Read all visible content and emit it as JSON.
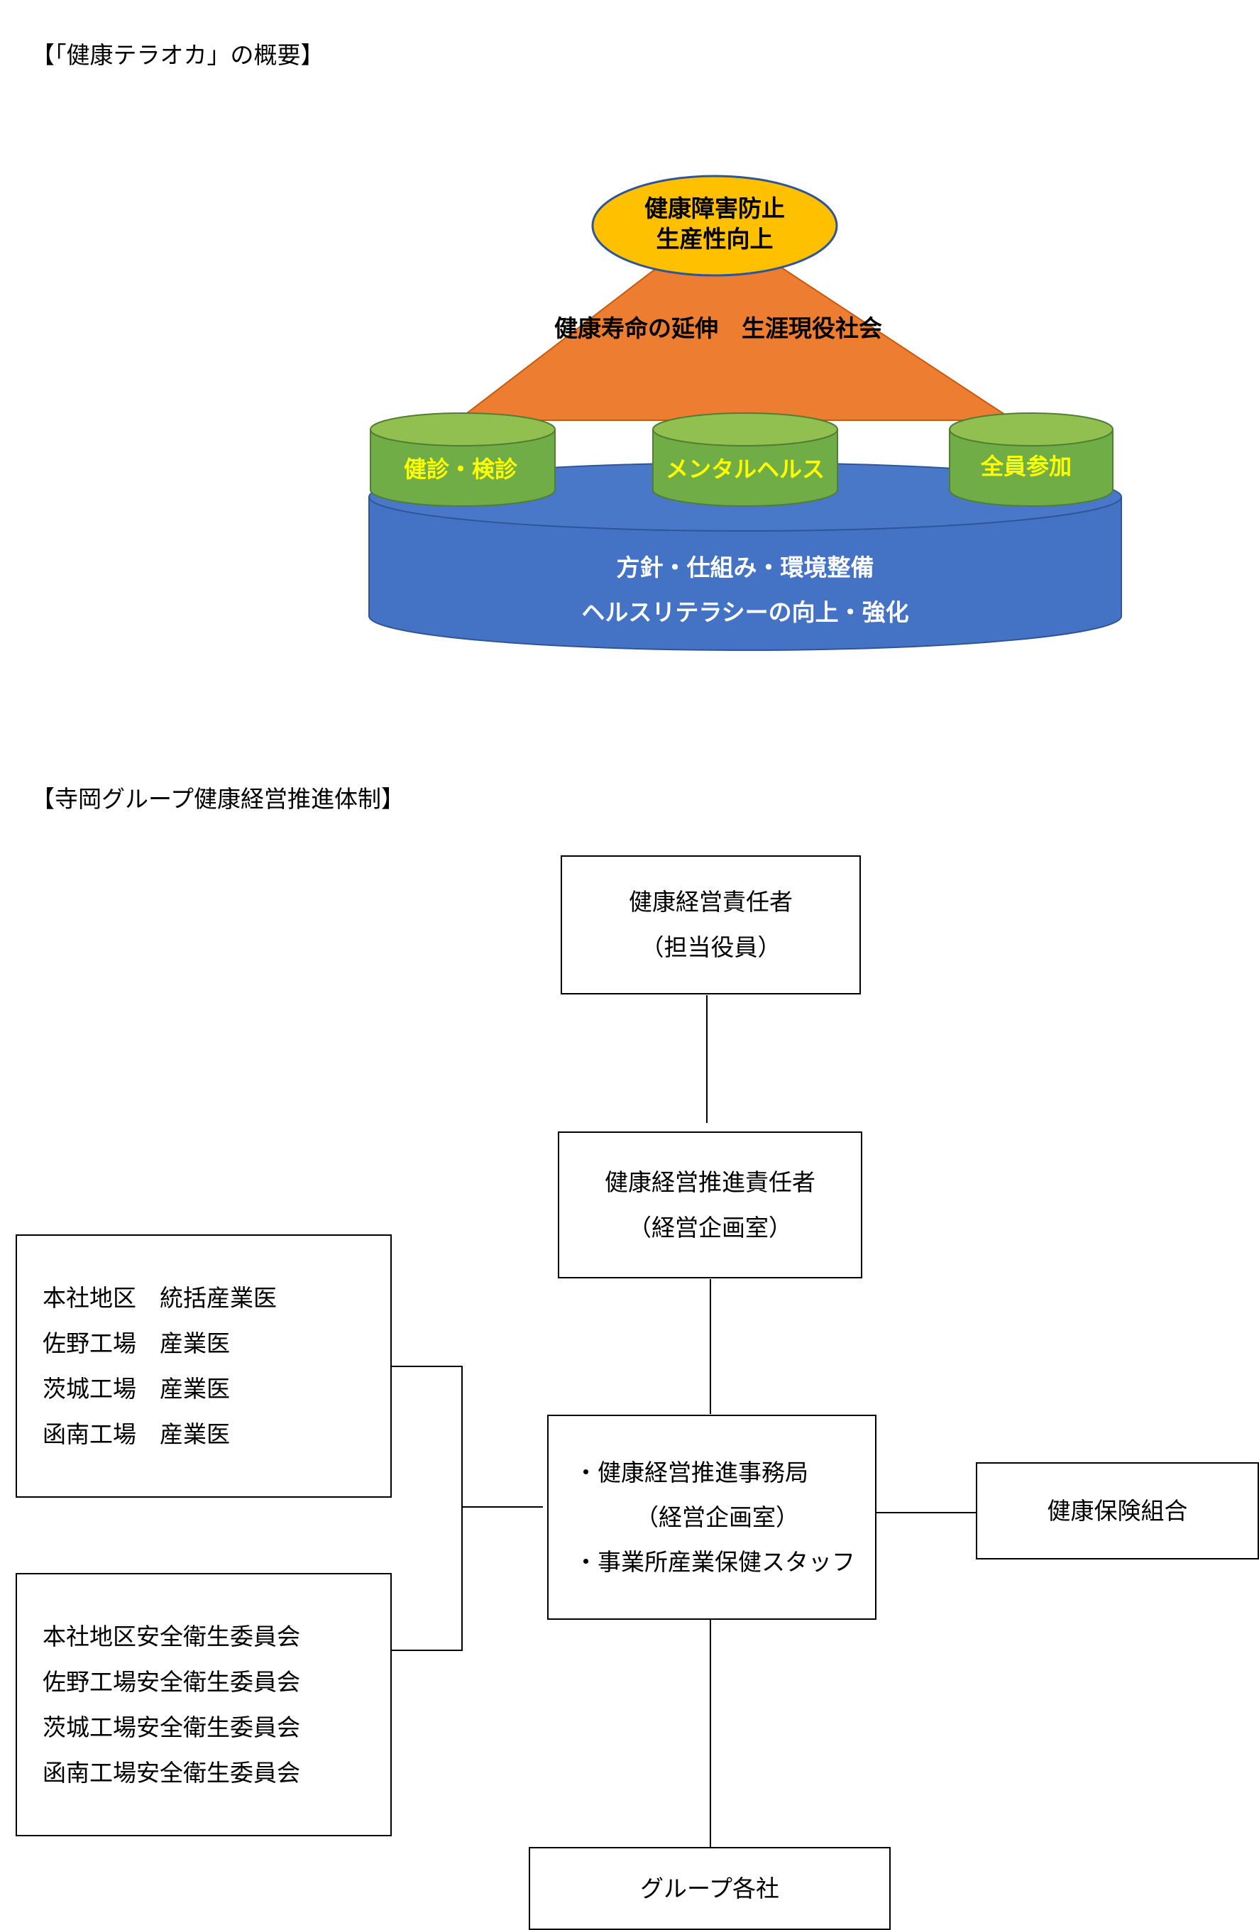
{
  "section1": {
    "heading": "【「健康テラオカ」の概要】",
    "top_goal": [
      "健康障害防止",
      "生産性向上"
    ],
    "triangle_text": "健康寿命の延伸　生涯現役社会",
    "pillars": [
      "健診・検診",
      "メンタルヘルス",
      "全員参加"
    ],
    "base_lines": [
      "方針・仕組み・環境整備",
      "ヘルスリテラシーの向上・強化"
    ],
    "colors": {
      "goal_fill": "#FFC000",
      "goal_stroke": "#2F5597",
      "triangle": "#ED7D31",
      "pillar_fill": "#70AD47",
      "pillar_top": "#92C050",
      "pillar_text": "#FFFF00",
      "base_fill": "#4472C4",
      "base_top": "#4A78C8",
      "base_stroke": "#2F5597",
      "base_text": "#FFFFFF"
    }
  },
  "section2": {
    "heading": "【寺岡グループ健康経営推進体制】",
    "boxes": {
      "responsible": [
        "健康経営責任者",
        "（担当役員）"
      ],
      "promotion": [
        "健康経営推進責任者",
        "（経営企画室）"
      ],
      "office": [
        "・健康経営推進事務局",
        "（経営企画室）",
        "・事業所産業保健スタッフ"
      ],
      "physicians": [
        "本社地区　統括産業医",
        "佐野工場　産業医",
        "茨城工場　産業医",
        "函南工場　産業医"
      ],
      "committees": [
        "本社地区安全衛生委員会",
        "佐野工場安全衛生委員会",
        "茨城工場安全衛生委員会",
        "函南工場安全衛生委員会"
      ],
      "union": "健康保険組合",
      "group": "グループ各社"
    }
  }
}
